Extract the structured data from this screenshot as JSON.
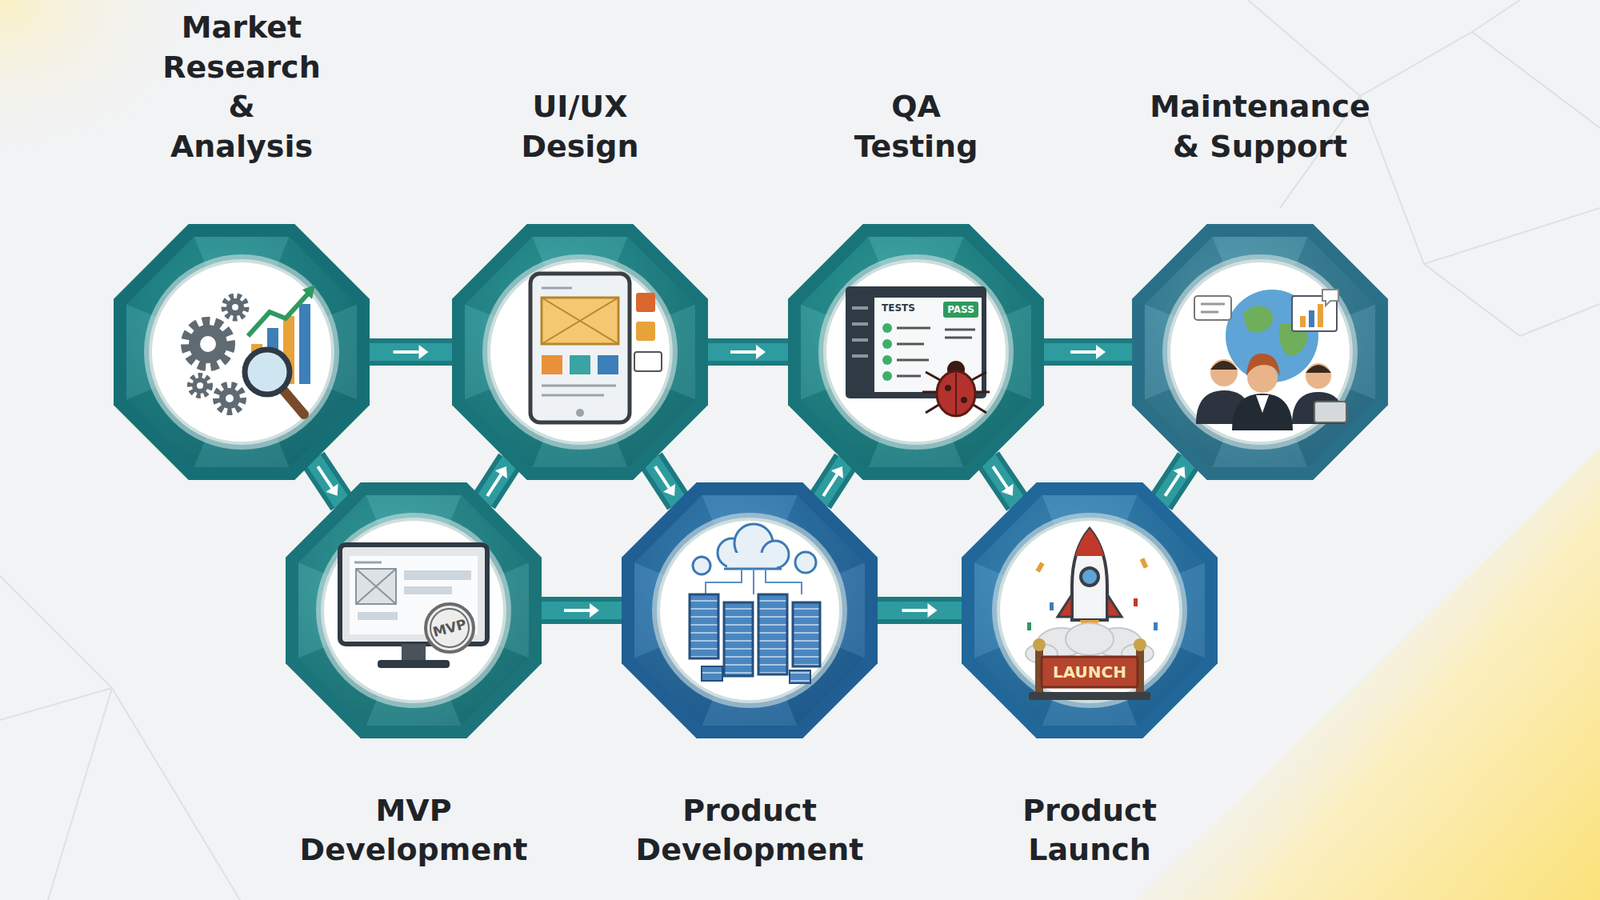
{
  "diagram": {
    "nodes": [
      {
        "text": [
          "Market Research & Analysis"
        ]
      },
      {
        "text": [
          "UI/UX Design"
        ]
      },
      {
        "text": [
          "QA Testing"
        ]
      },
      {
        "text": [
          "Maintenance & Support"
        ]
      },
      {
        "text": [
          "MVP Development"
        ]
      },
      {
        "text": [
          "Product Development"
        ]
      },
      {
        "text": [
          "Product Launch"
        ]
      }
    ],
    "edges": [
      {
        "from": 0,
        "to": 1,
        "arrow": "to"
      },
      {
        "from": 1,
        "to": 2,
        "arrow": "to"
      },
      {
        "from": 2,
        "to": 3,
        "arrow": "to"
      },
      {
        "from": 4,
        "to": 5,
        "arrow": "to"
      },
      {
        "from": 5,
        "to": 6,
        "arrow": "to"
      },
      {
        "from": 0,
        "to": 4,
        "arrow": "to"
      },
      {
        "from": 4,
        "to": 1,
        "arrow": "to"
      },
      {
        "from": 1,
        "to": 5,
        "arrow": "to"
      },
      {
        "from": 5,
        "to": 2,
        "arrow": "to"
      },
      {
        "from": 2,
        "to": 6,
        "arrow": "to"
      },
      {
        "from": 6,
        "to": 3,
        "arrow": "to"
      }
    ],
    "labels": [
      "TESTS",
      "PASS",
      "MVP",
      "LAUNCH"
    ]
  }
}
